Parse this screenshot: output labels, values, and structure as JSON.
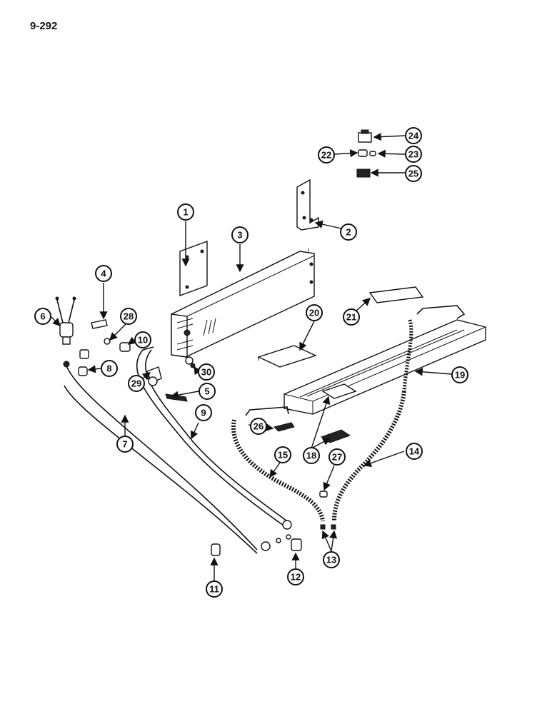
{
  "page_number": "9-292",
  "callouts": [
    "1",
    "2",
    "3",
    "4",
    "5",
    "6",
    "7",
    "8",
    "9",
    "10",
    "11",
    "12",
    "13",
    "14",
    "15",
    "18",
    "19",
    "20",
    "21",
    "22",
    "23",
    "24",
    "25",
    "26",
    "27",
    "28",
    "29",
    "30"
  ]
}
